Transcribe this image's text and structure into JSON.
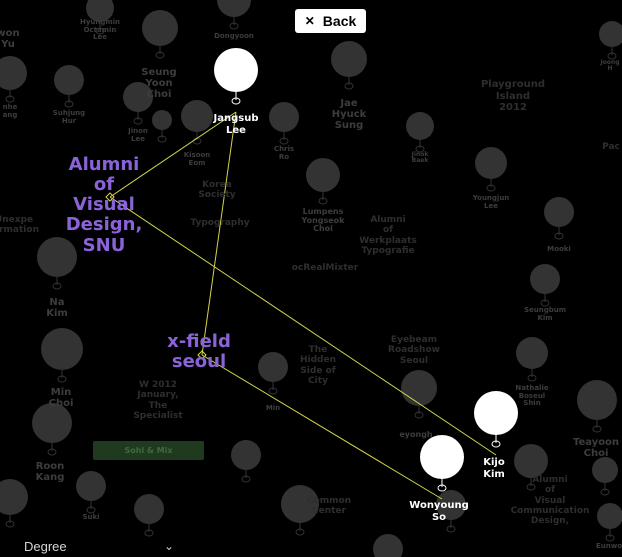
{
  "controls": {
    "back_label": "Back",
    "close_glyph": "✕",
    "degree_label": "Degree",
    "degree_chevron": "⌄",
    "tag_label": "Sohl & Mix"
  },
  "background_people": [
    {
      "id": "hyungmin-octamin-lee",
      "label": "Hyungmin\nOctamin\nLee",
      "fs": 7
    },
    {
      "id": "dongyoon",
      "label": "Dongyoon",
      "fs": 7
    },
    {
      "id": "seung-yoon-choi",
      "label": "Seung\nYoon\nChoi",
      "fs": 10
    },
    {
      "id": "jae-hyuck-sung",
      "label": "Jae\nHyuck\nSung",
      "fs": 10
    },
    {
      "id": "suhjung-hur",
      "label": "Suhjung\nHur",
      "fs": 7
    },
    {
      "id": "jinon-lee",
      "label": "Jinon\nLee",
      "fs": 7
    },
    {
      "id": "kisoon-eom",
      "label": "Kisoon\nEom",
      "fs": 7
    },
    {
      "id": "chris-ro",
      "label": "Chris\nRo",
      "fs": 7
    },
    {
      "id": "jinok-baek",
      "label": "Jinok\nBaek",
      "fs": 6
    },
    {
      "id": "youngjun-lee",
      "label": "Youngjun\nLee",
      "fs": 7
    },
    {
      "id": "lumpens-yongseok-choi",
      "label": "Lumpens\nYongseok\nChoi",
      "fs": 8
    },
    {
      "id": "mooki",
      "label": "Mooki",
      "fs": 7
    },
    {
      "id": "seungbum-kim",
      "label": "Seungbum\nKim",
      "fs": 7
    },
    {
      "id": "na-kim",
      "label": "Na\nKim",
      "fs": 10
    },
    {
      "id": "min-choi",
      "label": "Min\nChoi",
      "fs": 10
    },
    {
      "id": "roon-kang",
      "label": "Roon\nKang",
      "fs": 10
    },
    {
      "id": "min",
      "label": "Min",
      "fs": 7
    },
    {
      "id": "nathalie-boseul-shin",
      "label": "Nathalie\nBoseul\nShin",
      "fs": 7
    },
    {
      "id": "teayoon-choi",
      "label": "Teayoon\nChoi",
      "fs": 10
    },
    {
      "id": "suki",
      "label": "Suki",
      "fs": 7
    },
    {
      "id": "eunwoo",
      "label": "Eunwo",
      "fs": 7
    },
    {
      "id": "nhe-yang",
      "label": "nhe\nang",
      "fs": 7
    },
    {
      "id": "joonghwan",
      "label": "Joong\nH",
      "fs": 6
    },
    {
      "id": "won-yu",
      "label": "won\nYu",
      "fs": 10
    },
    {
      "id": "eyongh",
      "label": "eyongh",
      "fs": 8
    }
  ],
  "background_groups": [
    {
      "id": "playground-island",
      "label": "Playground\nIsland\n2012",
      "fs": 10
    },
    {
      "id": "alumni-workplaces",
      "label": "Alumni\nof\nWerkplaats\nTypografie",
      "fs": 9
    },
    {
      "id": "unexpected-information",
      "label": "Unexpe\nformation",
      "fs": 9
    },
    {
      "id": "korea-society",
      "label": "Korea\nSociety",
      "fs": 9
    },
    {
      "id": "typography",
      "label": "Typography",
      "fs": 9
    },
    {
      "id": "ocrealmixter",
      "label": "ocRealMixter",
      "fs": 9
    },
    {
      "id": "the-hidden-side-of-city",
      "label": "The\nHidden\nSide of\nCity",
      "fs": 9
    },
    {
      "id": "eyebeam-roadshow-seoul",
      "label": "Eyebeam\nRoadshow\nSeoul",
      "fs": 9
    },
    {
      "id": "w2012-january",
      "label": "W 2012\nJanuary,\nThe\nSpecialist",
      "fs": 9
    },
    {
      "id": "common-center",
      "label": "Common\nCenter",
      "fs": 9
    },
    {
      "id": "alumni-visual-communication-design",
      "label": "Alumni\nof\nVisual\nCommunication\nDesign,",
      "fs": 9
    },
    {
      "id": "pac",
      "label": "Pac",
      "fs": 9
    }
  ],
  "focus_people": [
    {
      "id": "jangsub-lee",
      "label": "Jangsub\nLee"
    },
    {
      "id": "kijo-kim",
      "label": "Kijo\nKim"
    },
    {
      "id": "wonyoung-so",
      "label": "Wonyoung\nSo"
    }
  ],
  "focus_groups": [
    {
      "id": "alumni-visual-design-snu",
      "label": "Alumni\nof\nVisual\nDesign,\nSNU"
    },
    {
      "id": "x-field-seoul",
      "label": "x-field\nseoul"
    }
  ],
  "colors": {
    "background": "#000000",
    "bg_node": "#333333",
    "focus_node": "#ffffff",
    "edge": "#d4d44a",
    "group_label": "#8b63d9",
    "tag_green": "#1f3a1f"
  }
}
